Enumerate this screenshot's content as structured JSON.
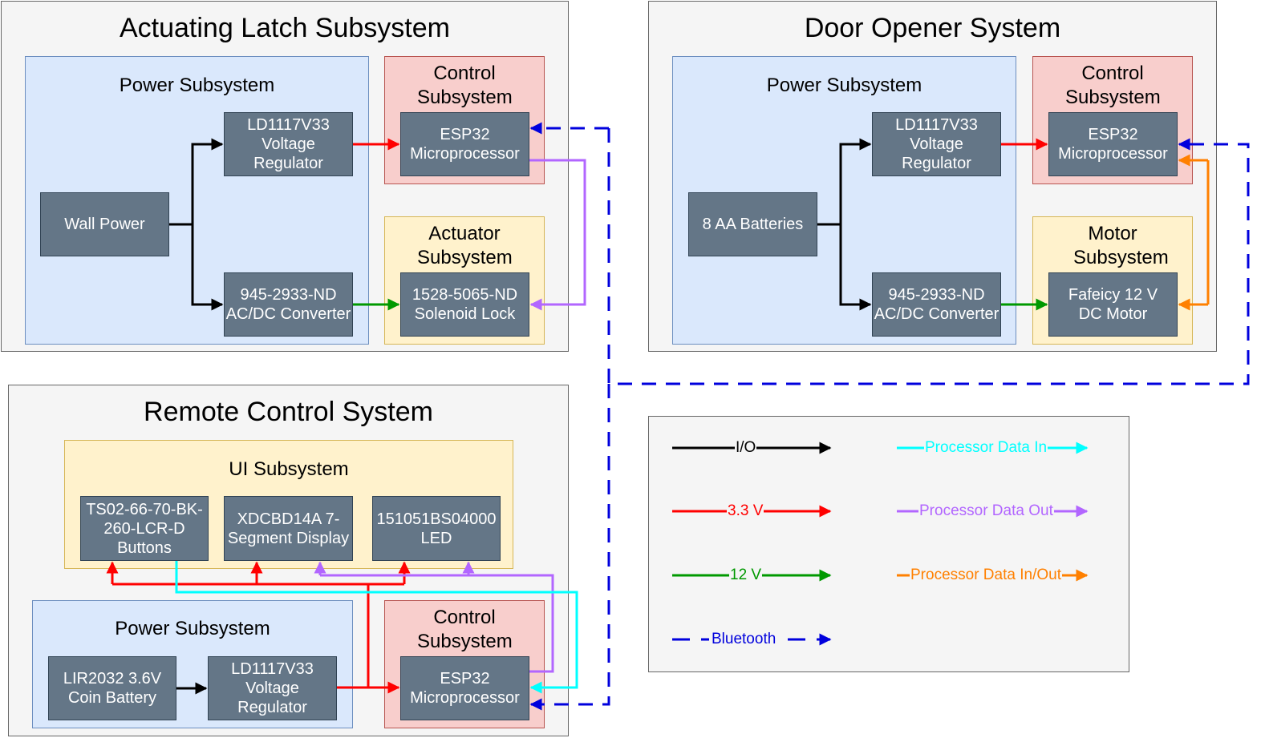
{
  "latch": {
    "title": "Actuating Latch Subsystem",
    "power_title": "Power Subsystem",
    "control_title": "Control Subsystem",
    "actuator_title": "Actuator Subsystem",
    "wall_power": "Wall Power",
    "regulator": "LD1117V33\nVoltage\nRegulator",
    "converter": "945-2933-ND\nAC/DC Converter",
    "esp32": "ESP32\nMicroprocessor",
    "solenoid": "1528-5065-ND\nSolenoid Lock"
  },
  "door": {
    "title": "Door Opener System",
    "power_title": "Power Subsystem",
    "control_title": "Control Subsystem",
    "motor_title": "Motor Subsystem",
    "batteries": "8 AA Batteries",
    "regulator": "LD1117V33\nVoltage\nRegulator",
    "converter": "945-2933-ND\nAC/DC Converter",
    "esp32": "ESP32\nMicroprocessor",
    "motor": "Fafeicy 12 V\nDC Motor"
  },
  "remote": {
    "title": "Remote Control System",
    "ui_title": "UI Subsystem",
    "power_title": "Power Subsystem",
    "control_title": "Control Subsystem",
    "buttons": "TS02-66-70-BK-\n260-LCR-D\nButtons",
    "display": "XDCBD14A 7-\nSegment Display",
    "led": "151051BS04000\nLED",
    "coin_battery": "LIR2032 3.6V\nCoin Battery",
    "regulator": "LD1117V33\nVoltage\nRegulator",
    "esp32": "ESP32\nMicroprocessor"
  },
  "legend": {
    "io": "I/O",
    "v33": "3.3 V",
    "v12": "12 V",
    "bluetooth": "Bluetooth",
    "data_in": "Processor Data In",
    "data_out": "Processor Data Out",
    "data_inout": "Processor Data In/Out"
  },
  "colors": {
    "io": "#000000",
    "v33": "#ff0000",
    "v12": "#009900",
    "bluetooth": "#0000dd",
    "data_in": "#00ffff",
    "data_out": "#b266ff",
    "data_inout": "#ff8000"
  }
}
